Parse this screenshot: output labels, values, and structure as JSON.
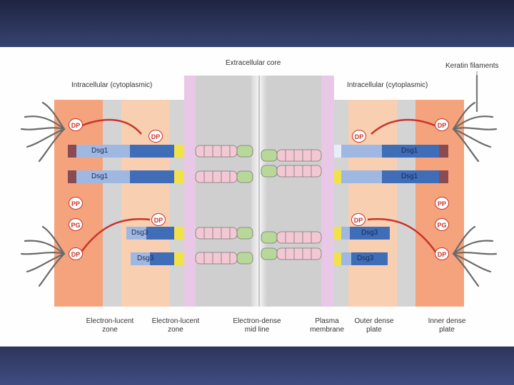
{
  "figure": {
    "labels": {
      "extracellular_core": "Extracellular core",
      "keratin_filaments": "Keratin filaments",
      "intracellular_left": "Intracellular (cytoplasmic)",
      "intracellular_right": "Intracellular (cytoplasmic)"
    },
    "proteins": {
      "dp": "DP",
      "pp": "PP",
      "pg": "PG",
      "dsg1": "Dsg1",
      "dsg3": "Dsg3"
    },
    "captions": [
      {
        "line1": "Electron-lucent",
        "line2": "zone"
      },
      {
        "line1": "Electron-lucent",
        "line2": "zone"
      },
      {
        "line1": "Electron-dense",
        "line2": "mid line"
      },
      {
        "line1": "Plasma",
        "line2": "membrane"
      },
      {
        "line1": "Outer dense",
        "line2": "plate"
      },
      {
        "line1": "Inner dense",
        "line2": "plate"
      }
    ],
    "colors": {
      "inner_dense_plate": "#f4a37d",
      "outer_dense_plate": "#f8cfb1",
      "electron_lucent_zone": "#d4d4d4",
      "plasma_membrane": "#e8c8e6",
      "extracellular_core": "#cfcfcf",
      "desmoplakin": "#c9342a",
      "cadherin_dark": "#3f6db8",
      "cadherin_light": "#9fb8e2",
      "slide_background": "#2b3253"
    }
  }
}
